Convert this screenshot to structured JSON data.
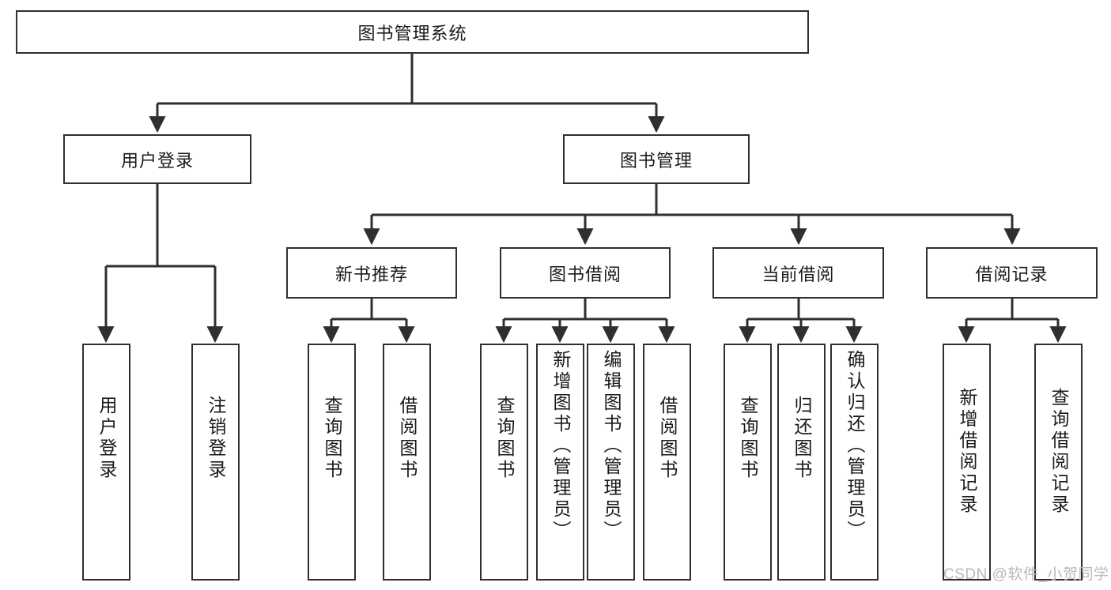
{
  "diagram": {
    "type": "tree",
    "title_node": {
      "label": "图书管理系统"
    },
    "level2": [
      {
        "label": "用户登录"
      },
      {
        "label": "图书管理"
      }
    ],
    "level3": [
      {
        "label": "新书推荐"
      },
      {
        "label": "图书借阅"
      },
      {
        "label": "当前借阅"
      },
      {
        "label": "借阅记录"
      }
    ],
    "leaves": {
      "user_login": [
        {
          "label": "用户登录"
        },
        {
          "label": "注销登录"
        }
      ],
      "new_book_recommend": [
        {
          "label": "查询图书"
        },
        {
          "label": "借阅图书"
        }
      ],
      "book_borrow": [
        {
          "label": "查询图书"
        },
        {
          "label": "新增图书（管理员）"
        },
        {
          "label": "编辑图书（管理员）"
        },
        {
          "label": "借阅图书"
        }
      ],
      "current_borrow": [
        {
          "label": "查询图书"
        },
        {
          "label": "归还图书"
        },
        {
          "label": "确认归还（管理员）"
        }
      ],
      "borrow_record": [
        {
          "label": "新增借阅记录"
        },
        {
          "label": "查询借阅记录"
        }
      ]
    }
  },
  "watermark": {
    "text": "CSDN @软件_小贺同学"
  },
  "colors": {
    "stroke": "#2f2f2f",
    "fill": "#ffffff",
    "text": "#1a1a1a",
    "watermark": "#b9b9b9"
  }
}
